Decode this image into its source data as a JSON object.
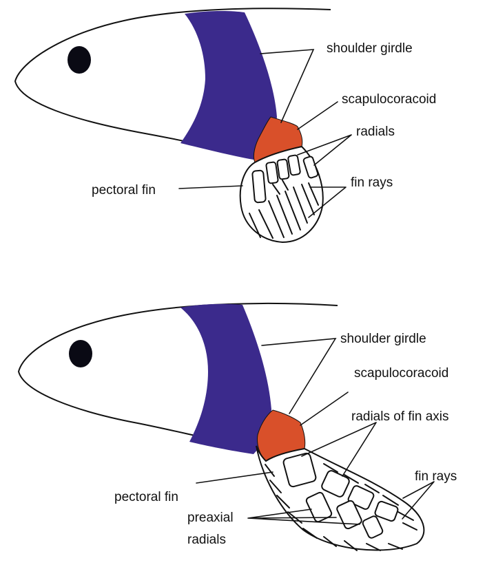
{
  "colors": {
    "shoulder_girdle": "#3b2a8c",
    "scapulocoracoid": "#d9502a",
    "eye": "#0a0a14",
    "outline": "#111111",
    "background": "#ffffff"
  },
  "top_figure": {
    "labels": {
      "shoulder_girdle": "shoulder girdle",
      "scapulocoracoid": "scapulocoracoid",
      "radials": "radials",
      "fin_rays": "fin rays",
      "pectoral_fin": "pectoral fin"
    }
  },
  "bottom_figure": {
    "labels": {
      "shoulder_girdle": "shoulder girdle",
      "scapulocoracoid": "scapulocoracoid",
      "radials_of_fin_axis": "radials of fin axis",
      "fin_rays": "fin rays",
      "pectoral_fin": "pectoral fin",
      "preaxial_line1": "preaxial",
      "preaxial_line2": "radials"
    }
  }
}
